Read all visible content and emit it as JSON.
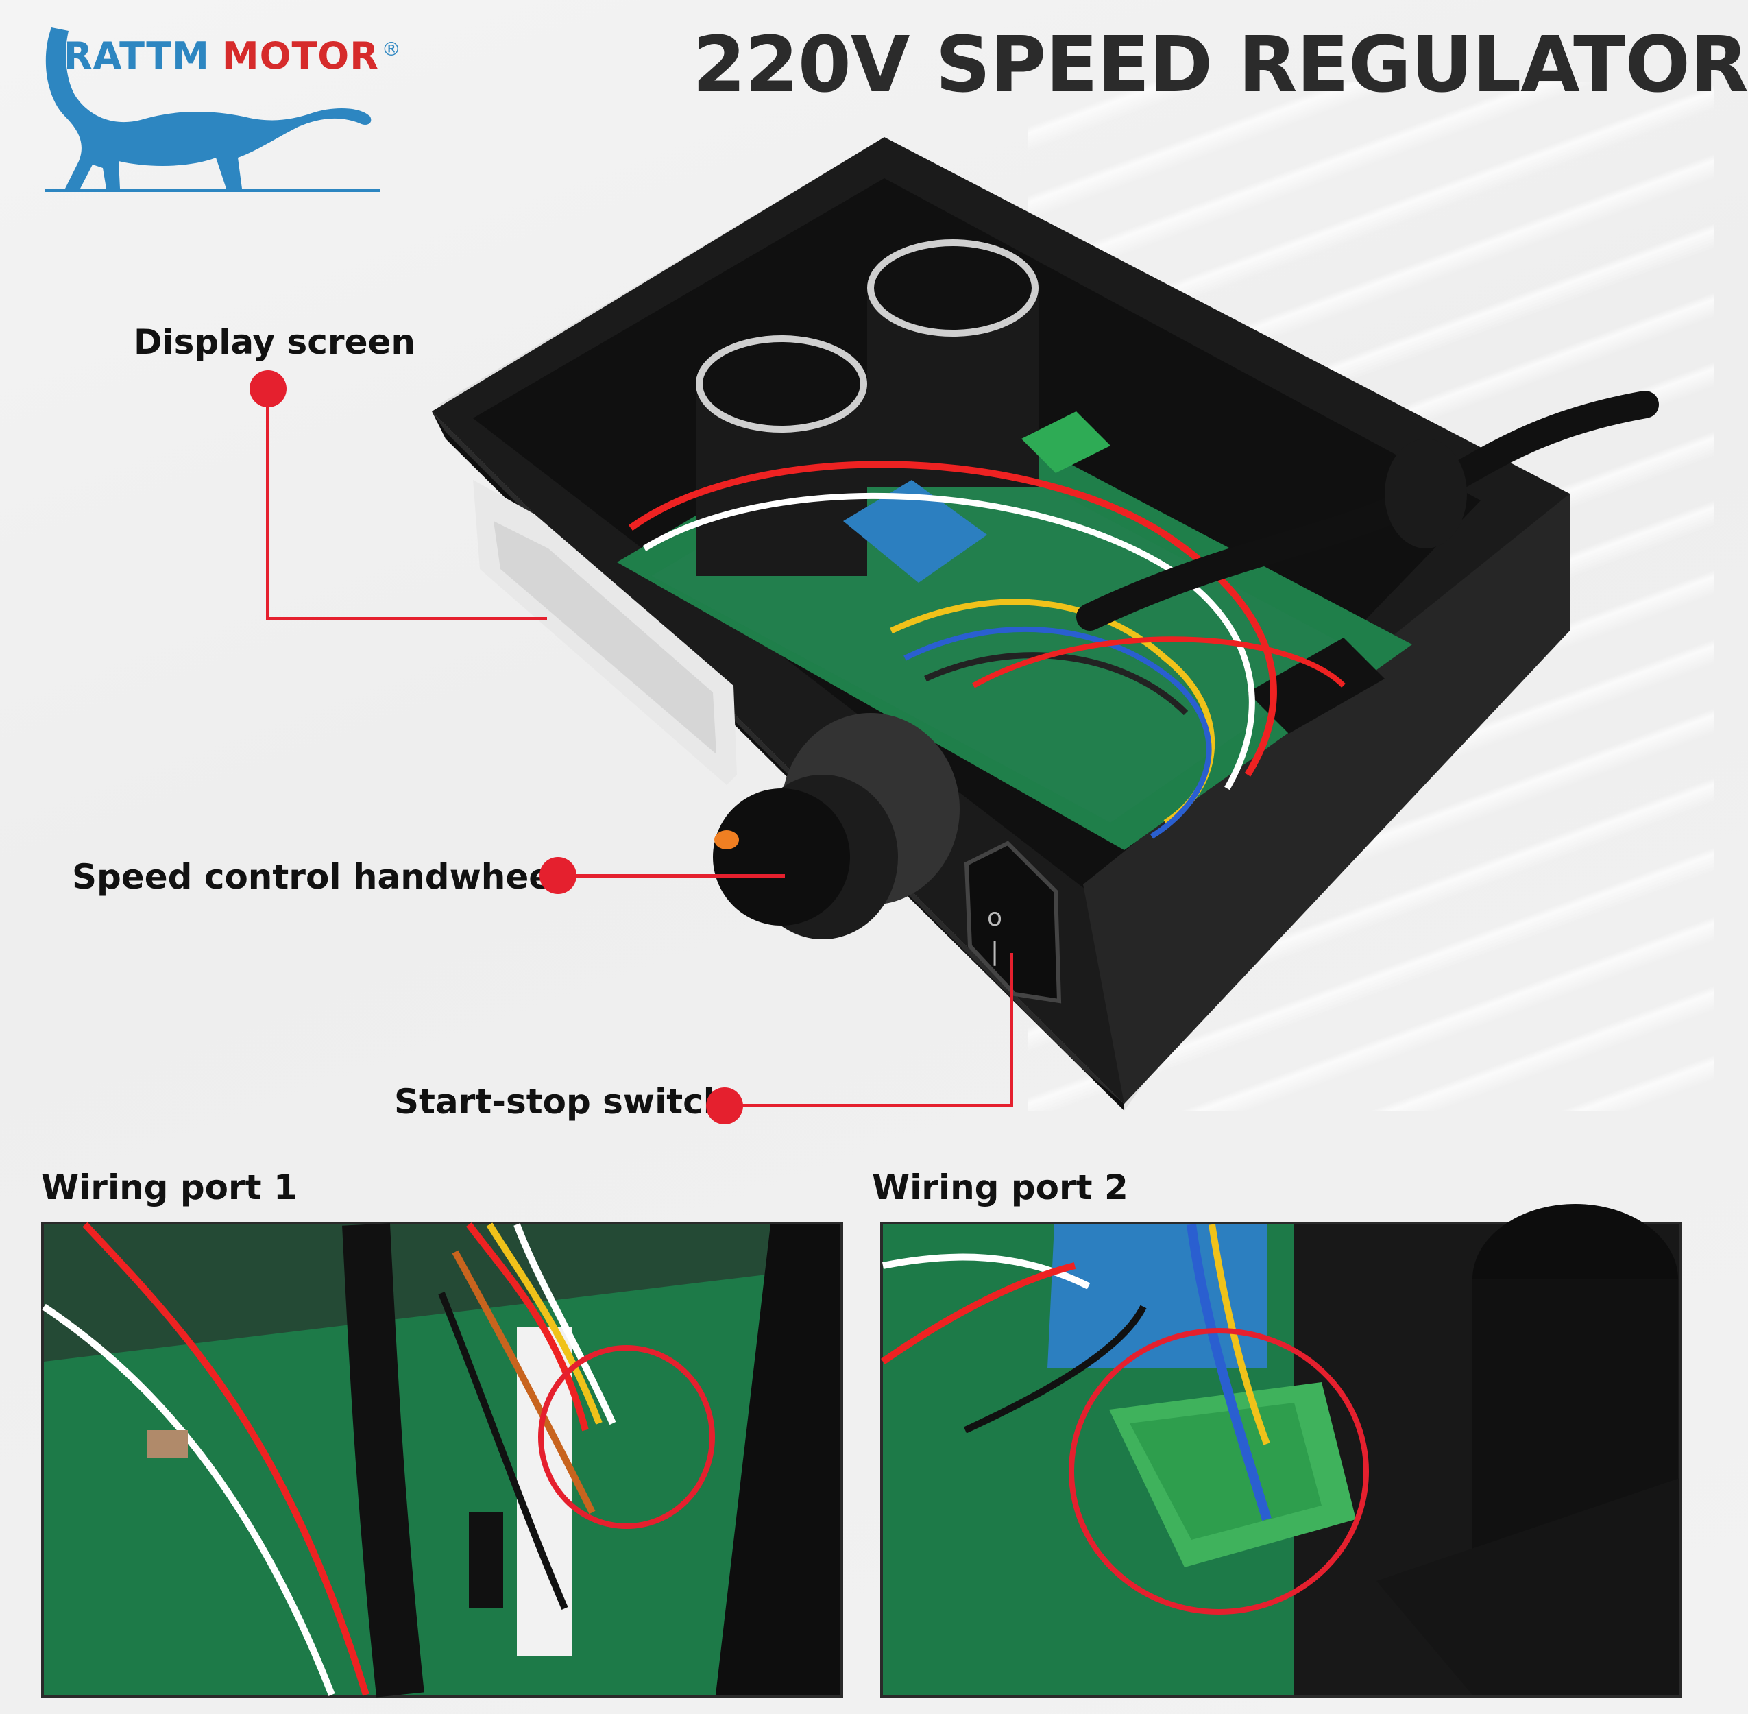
{
  "brand": {
    "name_part1": "RATTM",
    "name_part2": "MOTOR",
    "registered": "®"
  },
  "title": "220V SPEED REGULATOR",
  "callouts": {
    "display": "Display screen",
    "handwheel": "Speed control handwheel",
    "switch": "Start-stop switch"
  },
  "ports": {
    "port1": "Wiring port 1",
    "port2": "Wiring port 2"
  },
  "colors": {
    "accent": "#e5202e",
    "brand_blue": "#2d86c1",
    "brand_red": "#d62b2b",
    "pcb_green": "#1f7f4a",
    "enclosure": "#1c1c1c"
  },
  "icons": [
    "dinosaur-logo",
    "callout-dot"
  ]
}
